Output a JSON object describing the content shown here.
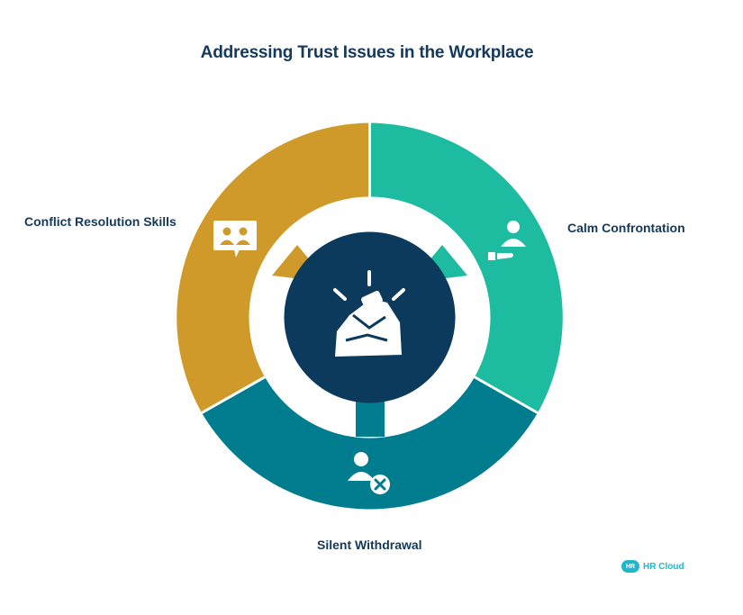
{
  "title": "Addressing Trust Issues in the Workplace",
  "segments": [
    {
      "label": "Conflict Resolution Skills",
      "color": "#cf9a2a",
      "icon": "presentation-people-icon"
    },
    {
      "label": "Calm Confrontation",
      "color": "#1dbba0",
      "icon": "person-with-hand-icon"
    },
    {
      "label": "Silent Withdrawal",
      "color": "#007c8f",
      "icon": "person-remove-icon"
    }
  ],
  "center": {
    "color": "#0b3a5c",
    "icon": "handshake-icon"
  },
  "logo": {
    "mark": "HR",
    "text": "HR Cloud"
  }
}
